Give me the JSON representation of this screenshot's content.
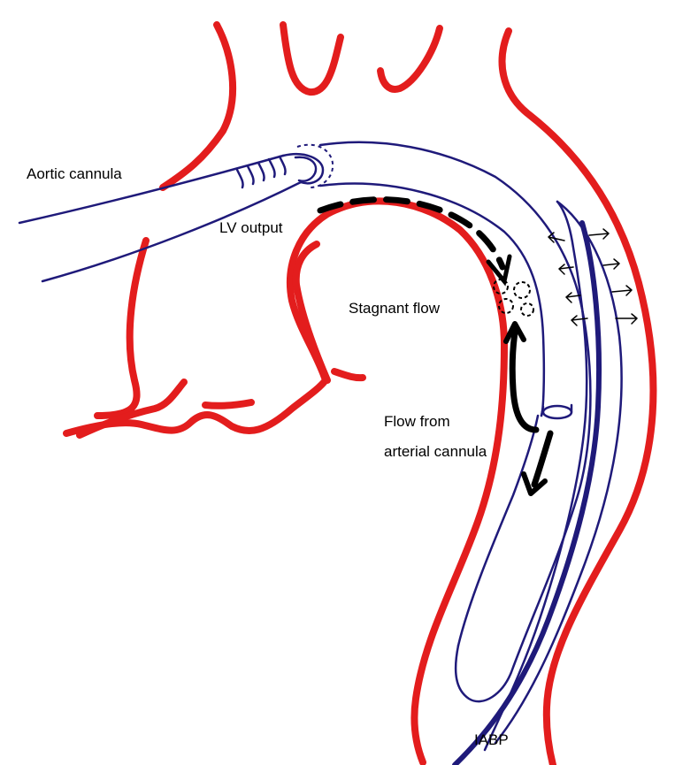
{
  "labels": {
    "aortic_cannula": "Aortic cannula",
    "lv_output": "LV output",
    "stagnant_flow": "Stagnant flow",
    "flow_line1": "Flow from",
    "flow_line2": "arterial cannula",
    "iabp": "IABP"
  },
  "colors": {
    "aorta_wall": "#e31d1d",
    "catheter": "#1f1a7a",
    "arrow": "#000000",
    "background": "#ffffff"
  }
}
